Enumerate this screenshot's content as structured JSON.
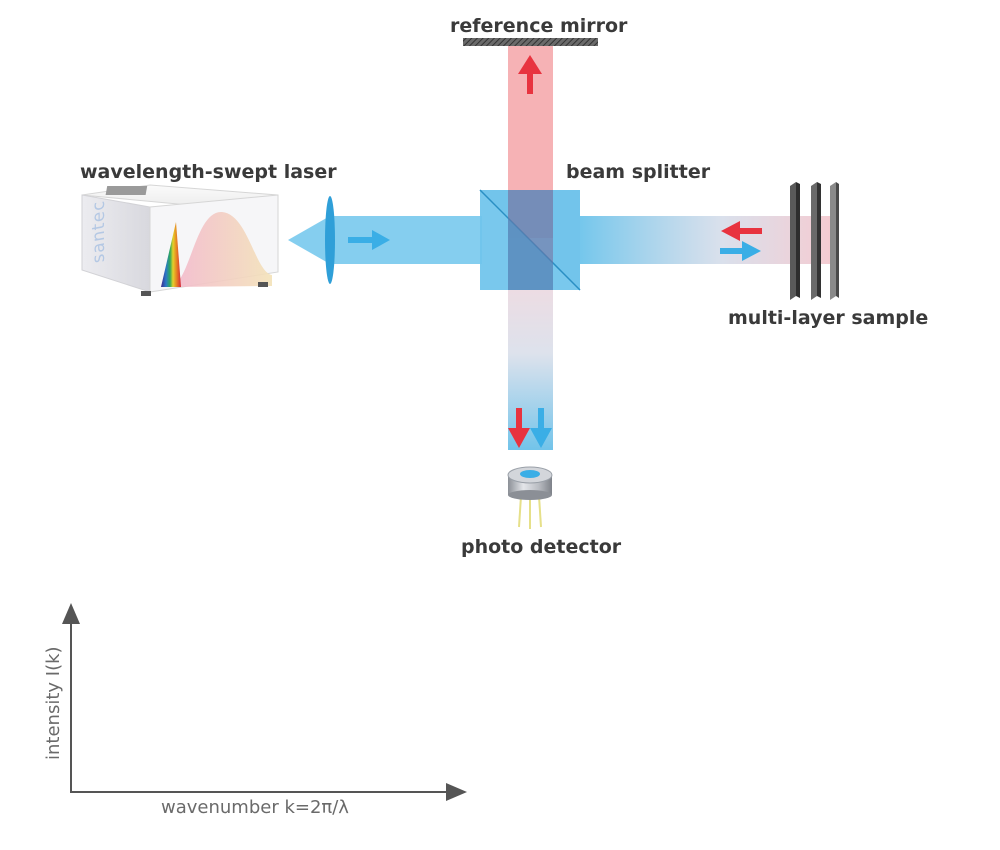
{
  "labels": {
    "reference_mirror": "reference mirror",
    "laser": "wavelength-swept laser",
    "beam_splitter": "beam splitter",
    "sample": "multi-layer sample",
    "detector": "photo detector"
  },
  "laser_brand": "santec",
  "axes": {
    "y_label": "intensity I(k)",
    "x_label": "wavenumber k=2π/λ"
  },
  "colors": {
    "source_beam": "#5cbde9",
    "reference_beam": "#f4a4a8",
    "arrow_blue": "#3aaee6",
    "arrow_red": "#e8333f",
    "cube": "#4ab4e6",
    "axis": "#555555",
    "mirror": "#4a4a4a"
  }
}
